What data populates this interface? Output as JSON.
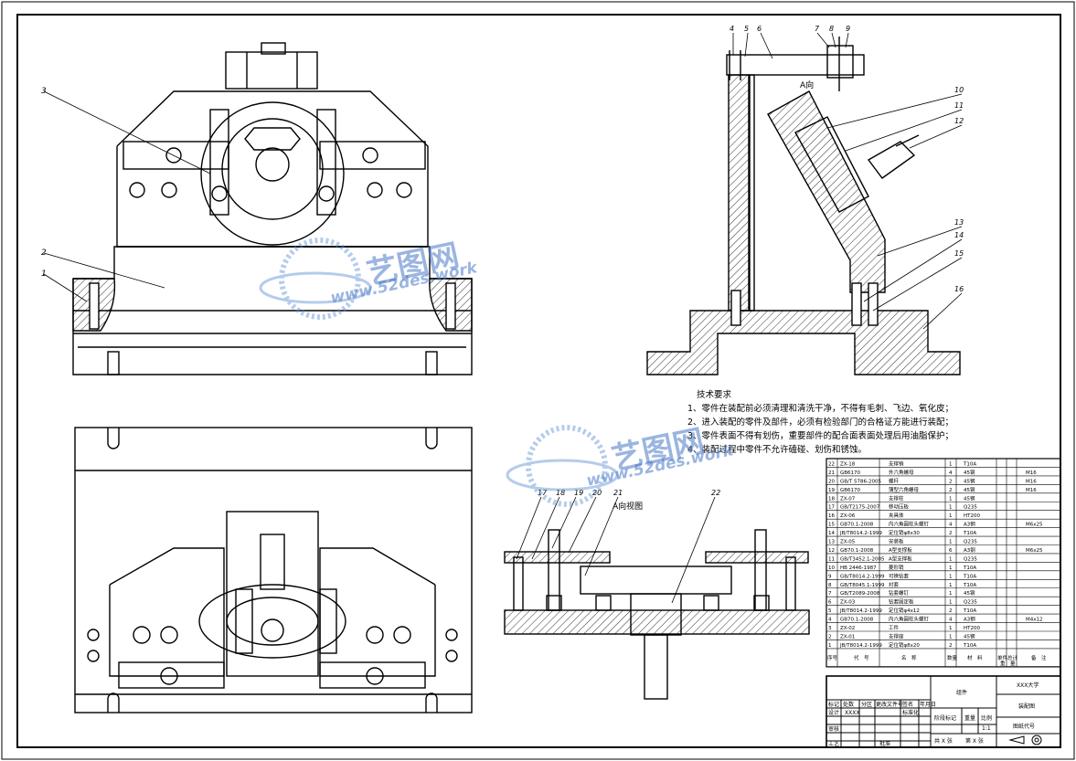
{
  "tech_requirements": {
    "title": "技术要求",
    "items": [
      "1、零件在装配前必须清理和清洗干净，不得有毛刺、飞边、氧化皮；",
      "2、进入装配的零件及部件，必须有检验部门的合格证方能进行装配；",
      "3、零件表面不得有划伤，重要部件的配合面表面处理后用油脂保护；",
      "4、装配过程中零件不允许磕碰、划伤和锈蚀。"
    ]
  },
  "views": {
    "a_view_label": "A向",
    "a_view_title": "A向视图"
  },
  "balloons_front": [
    "3",
    "2",
    "1"
  ],
  "balloons_side": [
    "4",
    "5",
    "6",
    "7",
    "8",
    "9",
    "10",
    "11",
    "12",
    "13",
    "14",
    "15",
    "16"
  ],
  "balloons_aview": [
    "17",
    "18",
    "19",
    "20",
    "21",
    "22"
  ],
  "watermark": {
    "brand": "艺图网",
    "url": "www.52des.work"
  },
  "bom": {
    "rows": [
      {
        "no": "22",
        "code": "ZX-18",
        "name": "支撑销",
        "qty": "1",
        "mat": "T10A",
        "note": ""
      },
      {
        "no": "21",
        "code": "GB6170",
        "name": "外六角螺母",
        "qty": "4",
        "mat": "45钢",
        "note": "M16"
      },
      {
        "no": "20",
        "code": "GB/T 5786-2005",
        "name": "螺杆",
        "qty": "2",
        "mat": "45钢",
        "note": "M16"
      },
      {
        "no": "19",
        "code": "GB6170",
        "name": "薄型六角螺母",
        "qty": "2",
        "mat": "45钢",
        "note": "M16"
      },
      {
        "no": "18",
        "code": "ZX-07",
        "name": "支撑柱",
        "qty": "1",
        "mat": "45钢",
        "note": ""
      },
      {
        "no": "17",
        "code": "GB/T2175-2007",
        "name": "移动压板",
        "qty": "1",
        "mat": "Q235",
        "note": ""
      },
      {
        "no": "16",
        "code": "ZX-06",
        "name": "夹具体",
        "qty": "1",
        "mat": "HT200",
        "note": ""
      },
      {
        "no": "15",
        "code": "GB70.1-2008",
        "name": "内六角圆柱头螺钉",
        "qty": "4",
        "mat": "A3钢",
        "note": "M6x25"
      },
      {
        "no": "14",
        "code": "JB/T8014.2-1999",
        "name": "定位销φ8x30",
        "qty": "2",
        "mat": "T10A",
        "note": ""
      },
      {
        "no": "13",
        "code": "ZX-05",
        "name": "安装板",
        "qty": "1",
        "mat": "Q235",
        "note": ""
      },
      {
        "no": "12",
        "code": "GB70.1-2008",
        "name": "A型支撑板",
        "qty": "6",
        "mat": "A3钢",
        "note": "M6x25"
      },
      {
        "no": "11",
        "code": "GB/T3452.1-2005",
        "name": "A型支撑板",
        "qty": "1",
        "mat": "Q235",
        "note": ""
      },
      {
        "no": "10",
        "code": "HB 2446-1987",
        "name": "菱形销",
        "qty": "1",
        "mat": "T10A",
        "note": ""
      },
      {
        "no": "9",
        "code": "GB/T8014.2-1999",
        "name": "可换钻套",
        "qty": "1",
        "mat": "T10A",
        "note": ""
      },
      {
        "no": "8",
        "code": "GB/T8045.1-1999",
        "name": "衬套",
        "qty": "1",
        "mat": "T10A",
        "note": ""
      },
      {
        "no": "7",
        "code": "GB/T2089-2008",
        "name": "钻套螺钉",
        "qty": "1",
        "mat": "45钢",
        "note": ""
      },
      {
        "no": "6",
        "code": "ZX-03",
        "name": "钻套固定板",
        "qty": "1",
        "mat": "Q235",
        "note": ""
      },
      {
        "no": "5",
        "code": "JB/T8014.2-1999",
        "name": "定位销φ4x12",
        "qty": "2",
        "mat": "T10A",
        "note": ""
      },
      {
        "no": "4",
        "code": "GB70.1-2008",
        "name": "内六角圆柱头螺钉",
        "qty": "4",
        "mat": "A3钢",
        "note": "M4x12"
      },
      {
        "no": "3",
        "code": "ZX-02",
        "name": "工件",
        "qty": "1",
        "mat": "HT200",
        "note": ""
      },
      {
        "no": "2",
        "code": "ZX-01",
        "name": "支撑座",
        "qty": "1",
        "mat": "45钢",
        "note": ""
      },
      {
        "no": "1",
        "code": "JB/T8014.2-1999",
        "name": "定位销φ8x20",
        "qty": "2",
        "mat": "T10A",
        "note": ""
      }
    ],
    "header": {
      "no": "序号",
      "code": "代　号",
      "name": "名　称",
      "qty": "数量",
      "mat": "材　料",
      "single": "单件",
      "total": "总计",
      "weight": "重　量",
      "note": "备　注"
    }
  },
  "title_block": {
    "assembly": "组件",
    "school": "XXX大学",
    "drawing_type": "装配图",
    "drawing_no": "图纸代号",
    "stage": "阶段标记",
    "weight": "重量",
    "scale": "比例",
    "scale_value": "1:1",
    "sheet_total": "共 X 张",
    "sheet_no": "第 X 张",
    "row_labels": [
      "标记",
      "处数",
      "分区",
      "更改文件号",
      "签名",
      "年月日"
    ],
    "left_labels": [
      "设计",
      "审核",
      "工艺",
      "",
      "批准"
    ],
    "designer": "XXXX",
    "std": "标准化"
  }
}
